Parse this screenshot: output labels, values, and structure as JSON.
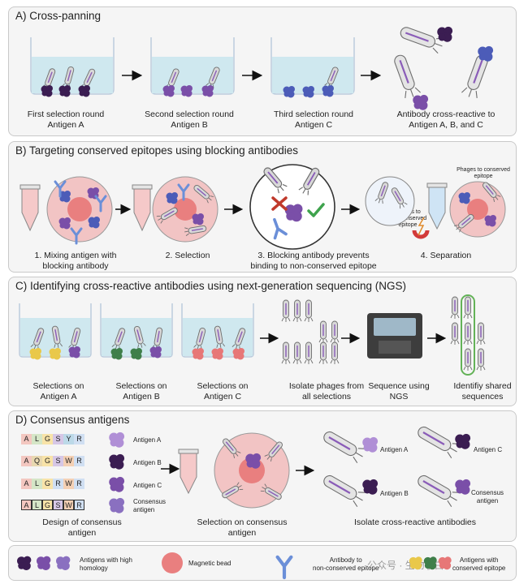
{
  "panels": {
    "a": {
      "title": "A) Cross-panning",
      "steps": [
        {
          "line1": "First selection round",
          "line2": "Antigen A"
        },
        {
          "line1": "Second selection round",
          "line2": "Antigen B"
        },
        {
          "line1": "Third selection round",
          "line2": "Antigen C"
        },
        {
          "line1": "Antibody cross-reactive to",
          "line2": "Antigen A, B, and C"
        }
      ]
    },
    "b": {
      "title": "B) Targeting conserved epitopes using blocking antibodies",
      "steps": [
        {
          "line1": "1. Mixing antigen with",
          "line2": "blocking antibody"
        },
        {
          "line1": "2. Selection",
          "line2": ""
        },
        {
          "line1": "3. Blocking antibody prevents",
          "line2": "binding to non-conserved epitope"
        },
        {
          "line1": "4. Separation",
          "line2": ""
        }
      ],
      "label_conserved": {
        "line1": "Phages to conserved",
        "line2": "epitope"
      },
      "label_nonconserved": {
        "line1": "Phages to",
        "line2": "non-conserved",
        "line3": "epitope"
      }
    },
    "c": {
      "title": "C) Identifying cross-reactive antibodies using next-generation sequencing (NGS)",
      "steps": [
        {
          "line1": "Selections on",
          "line2": "Antigen A"
        },
        {
          "line1": "Selections on",
          "line2": "Antigen B"
        },
        {
          "line1": "Selections on",
          "line2": "Antigen C"
        },
        {
          "line1": "Isolate phages from",
          "line2": "all selections"
        },
        {
          "line1": "Sequence using",
          "line2": "NGS"
        },
        {
          "line1": "Identifiy shared",
          "line2": "sequences"
        }
      ]
    },
    "d": {
      "title": "D) Consensus antigens",
      "sequences": [
        {
          "residues": [
            "A",
            "L",
            "G",
            "S",
            "Y",
            "R"
          ],
          "label": "Antigen A"
        },
        {
          "residues": [
            "A",
            "Q",
            "G",
            "S",
            "W",
            "R"
          ],
          "label": "Antigen B"
        },
        {
          "residues": [
            "A",
            "L",
            "G",
            "R",
            "W",
            "R"
          ],
          "label": "Antigen C"
        },
        {
          "residues": [
            "A",
            "L",
            "G",
            "S",
            "W",
            "R"
          ],
          "label_line1": "Consensus",
          "label_line2": "antigen"
        }
      ],
      "captions": [
        {
          "line1": "Design of consensus",
          "line2": "antigen"
        },
        {
          "line1": "Selection on consensus",
          "line2": "antigen"
        },
        {
          "line1": "Isolate cross-reactive antibodies",
          "line2": ""
        }
      ],
      "results": [
        {
          "label": "Antigen A"
        },
        {
          "label": "Antigen C"
        },
        {
          "label": "Antigen B"
        },
        {
          "label_line1": "Consensus",
          "label_line2": "antigen"
        }
      ]
    }
  },
  "legend": {
    "antigens": {
      "line1": "Antigens with high",
      "line2": "homology"
    },
    "bead": "Magnetic bead",
    "antibody": {
      "line1": "Antibody to",
      "line2": "non-conserved epitope"
    },
    "conserved": {
      "line1": "Antigens with",
      "line2": "conserved epitope"
    }
  },
  "watermark": "公众号 · 生物小白",
  "colors": {
    "panel_bg": "#f5f5f5",
    "panel_border": "#c9c9c9",
    "well_liquid": "#cfe8ef",
    "phage_body": "#d8d8d8",
    "phage_dark": "#6e6e6e",
    "antigen_purple": "#7a4fa8",
    "antigen_dark": "#3b1d52",
    "antigen_blue": "#4c5cb8",
    "antigen_lilac": "#b08fd6",
    "antigen_yellow": "#e9c84a",
    "antigen_green": "#3f7f4a",
    "antigen_salmon": "#e77777",
    "bead": "#e97f7f",
    "antibody_blue": "#6b8fd8",
    "cross_red": "#c0392b",
    "check_green": "#3fa34d",
    "highlight_green": "#63b257",
    "residue_A": "#f3c7c0",
    "residue_L": "#d5e6c7",
    "residue_G": "#f8e3a8",
    "residue_S": "#d6c7e6",
    "residue_Y": "#bcd9e8",
    "residue_W": "#f4d0b4",
    "residue_R": "#d0dff2",
    "residue_Q": "#e8d8b0"
  }
}
